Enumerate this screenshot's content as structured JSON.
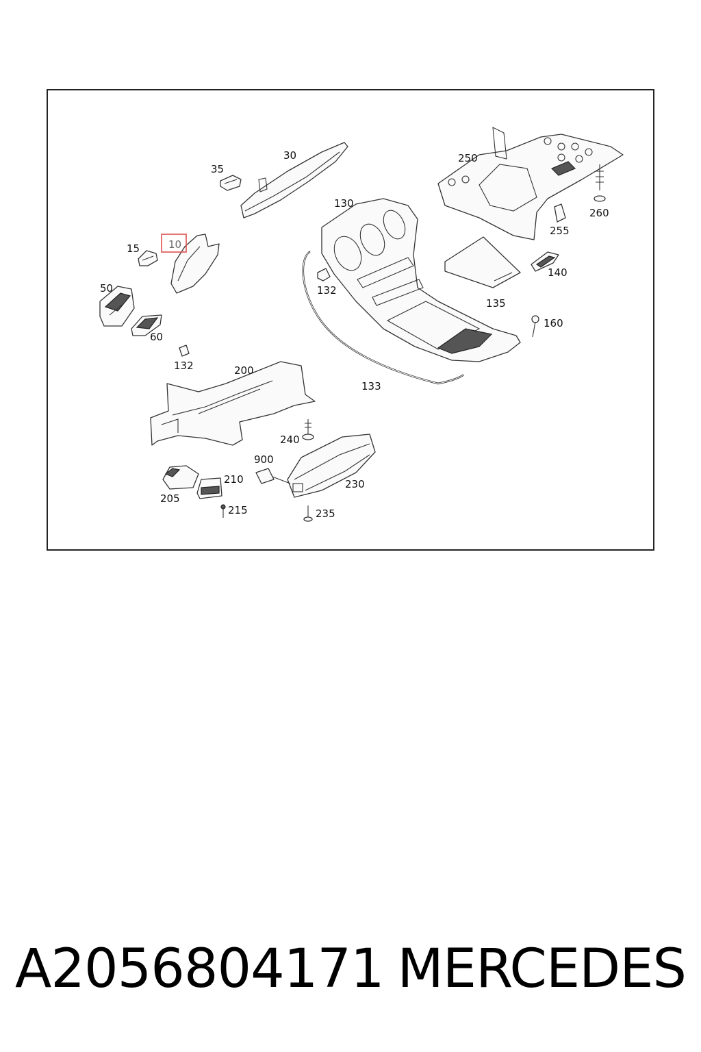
{
  "diagram": {
    "highlighted_part": "10",
    "labels": {
      "p10": "10",
      "p15": "15",
      "p30": "30",
      "p35": "35",
      "p50": "50",
      "p60": "60",
      "p130": "130",
      "p132a": "132",
      "p132b": "132",
      "p133": "133",
      "p135": "135",
      "p140": "140",
      "p160": "160",
      "p200": "200",
      "p205": "205",
      "p210": "210",
      "p215": "215",
      "p230": "230",
      "p235": "235",
      "p240": "240",
      "p250": "250",
      "p255": "255",
      "p260": "260",
      "p900": "900"
    },
    "highlight_color": "#e05050"
  },
  "footer": {
    "part_number": "A2056804171",
    "brand": "MERCEDES"
  }
}
